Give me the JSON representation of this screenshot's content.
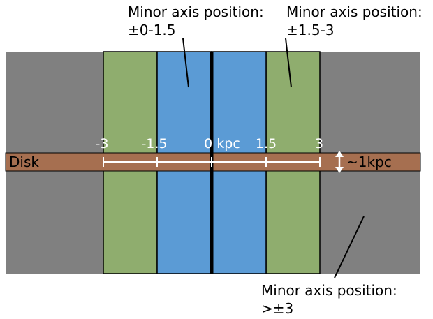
{
  "colors": {
    "outer_region": "#808080",
    "green_region": "#8fad6e",
    "blue_region": "#5b9bd5",
    "disk": "#a66f50",
    "center_line": "#000000",
    "axis_line": "#ffffff"
  },
  "labels": {
    "inner_region_caption": [
      "Minor axis position:",
      "±0-1.5"
    ],
    "middle_region_caption": [
      "Minor axis position:",
      "±1.5-3"
    ],
    "outer_region_caption": [
      "Minor axis position:",
      ">±3"
    ],
    "disk": "Disk",
    "disk_thickness": "~1kpc"
  },
  "axis_ticks": [
    "-3",
    "-1.5",
    "0 kpc",
    "1.5",
    "3"
  ]
}
